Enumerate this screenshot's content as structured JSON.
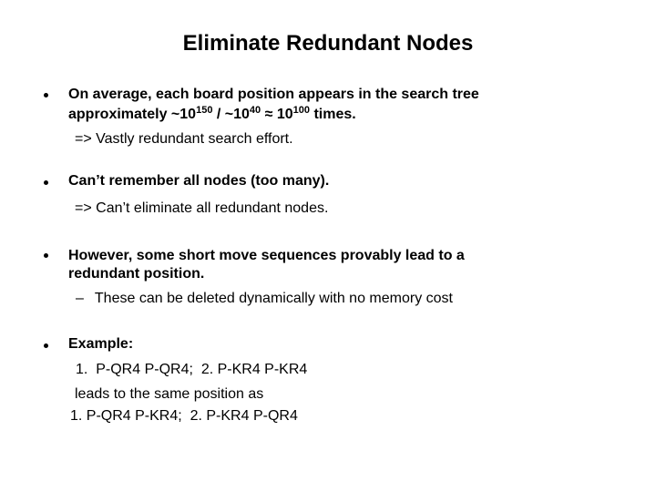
{
  "colors": {
    "background": "#ffffff",
    "text": "#000000"
  },
  "title": "Eliminate Redundant Nodes",
  "bullets": {
    "b1": {
      "line1": "On average, each board position appears in the search tree",
      "line2": {
        "pre": "approximately ~10",
        "sup1": "150",
        "mid1": " / ~10",
        "sup2": "40",
        "mid2": " ≈ 10",
        "sup3": "100",
        "post": " times."
      },
      "sub": "=> Vastly redundant search effort."
    },
    "b2": {
      "line1": "Can’t remember all nodes (too many).",
      "sub": "=> Can’t eliminate all redundant nodes."
    },
    "b3": {
      "line1": "However, some short move sequences provably lead to a",
      "line2": "redundant position.",
      "dash": "–",
      "sub": "These can be deleted dynamically with no memory cost"
    },
    "b4": {
      "line1": "Example:",
      "line2": "1.  P-QR4 P-QR4;  2. P-KR4 P-KR4",
      "line3": "leads to the same position as",
      "line4": "1. P-QR4 P-KR4;  2. P-KR4 P-QR4"
    }
  }
}
